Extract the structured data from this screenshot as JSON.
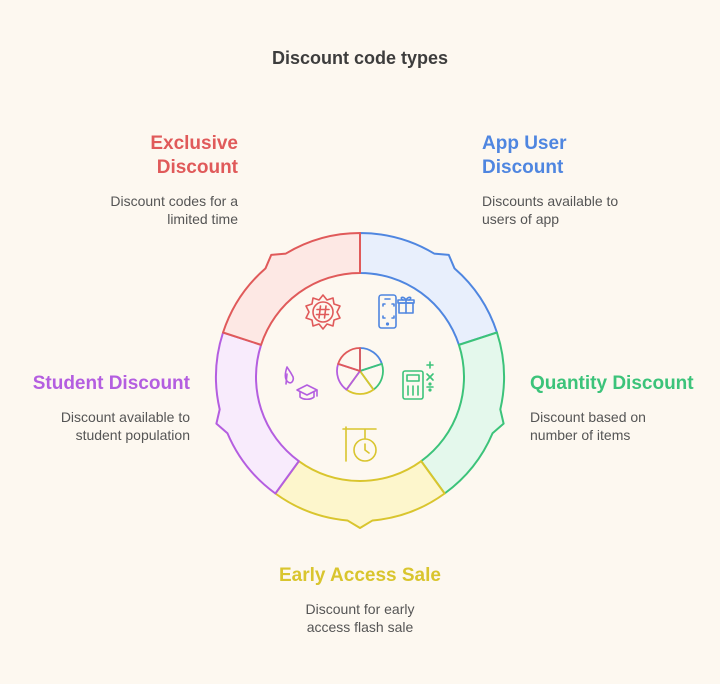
{
  "title": "Discount code types",
  "segments": [
    {
      "key": "exclusive",
      "heading_lines": [
        "Exclusive",
        "Discount"
      ],
      "description_lines": [
        "Discount codes for a",
        "limited time"
      ],
      "color": "#e05a5a",
      "fill": "#fde8e4",
      "icon": "hashtag-badge-icon"
    },
    {
      "key": "app",
      "heading_lines": [
        "App User",
        "Discount"
      ],
      "description_lines": [
        "Discounts available to",
        "users of app"
      ],
      "color": "#4f86e0",
      "fill": "#e8effc",
      "icon": "phone-gift-icon"
    },
    {
      "key": "quantity",
      "heading_lines": [
        "Quantity Discount"
      ],
      "description_lines": [
        "Discount based on",
        "number of items"
      ],
      "color": "#3cc37a",
      "fill": "#e4f8ec",
      "icon": "calculator-icon"
    },
    {
      "key": "early",
      "heading_lines": [
        "Early Access Sale"
      ],
      "description_lines": [
        "Discount for early",
        "access flash sale"
      ],
      "color": "#d9c52e",
      "fill": "#fdf6cc",
      "icon": "clock-sign-icon"
    },
    {
      "key": "student",
      "heading_lines": [
        "Student Discount"
      ],
      "description_lines": [
        "Discount available to",
        "student population"
      ],
      "color": "#b45ee0",
      "fill": "#f8ebfc",
      "icon": "graduation-cap-icon"
    }
  ],
  "center_icon": "pie-chart-icon"
}
